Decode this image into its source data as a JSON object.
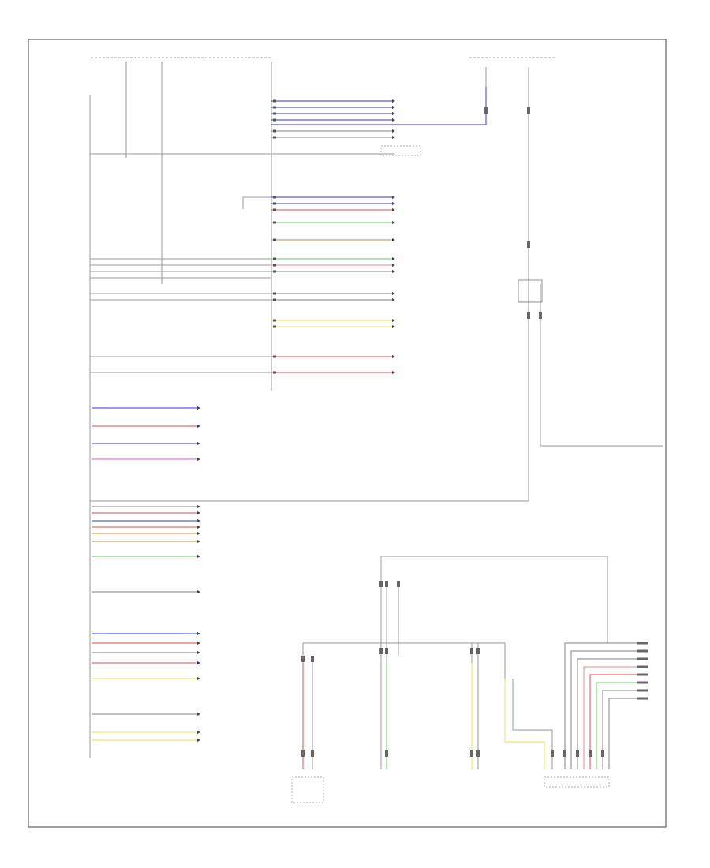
{
  "diagram": {
    "footer_code": "",
    "colors": {
      "blue": "#5a5ae8",
      "red": "#ee6b6b",
      "green": "#7dd87d",
      "pink": "#f0a0a0",
      "yellow": "#e8e870",
      "orange": "#e8a060",
      "magenta": "#e080e8",
      "gray": "#9a9a9a",
      "brown": "#c8a070"
    },
    "right_group": {
      "wires": [
        {
          "color": "gray"
        },
        {
          "color": "gray"
        },
        {
          "color": "gray"
        },
        {
          "color": "pink"
        },
        {
          "color": "red"
        },
        {
          "color": "green"
        },
        {
          "color": "gray"
        },
        {
          "color": "gray"
        }
      ]
    },
    "mid_group": {
      "wires": [
        {
          "color": "blue"
        },
        {
          "color": "blue"
        },
        {
          "color": "blue"
        },
        {
          "color": "blue"
        },
        {
          "color": "gray"
        },
        {
          "color": "gray"
        },
        {
          "color": "blue"
        },
        {
          "color": "blue"
        },
        {
          "color": "red"
        },
        {
          "color": "green"
        },
        {
          "color": "brown"
        },
        {
          "color": "green"
        },
        {
          "color": "pink"
        },
        {
          "color": "gray"
        },
        {
          "color": "gray"
        },
        {
          "color": "gray"
        },
        {
          "color": "yellow"
        },
        {
          "color": "yellow"
        },
        {
          "color": "red"
        },
        {
          "color": "red"
        }
      ]
    },
    "left_lower_group": {
      "wires": [
        {
          "color": "blue"
        },
        {
          "color": "red"
        },
        {
          "color": "blue"
        },
        {
          "color": "magenta"
        },
        {
          "color": "gray"
        },
        {
          "color": "red"
        },
        {
          "color": "blue"
        },
        {
          "color": "red"
        },
        {
          "color": "orange"
        },
        {
          "color": "brown"
        },
        {
          "color": "green"
        },
        {
          "color": "gray"
        },
        {
          "color": "blue"
        },
        {
          "color": "red"
        },
        {
          "color": "gray"
        },
        {
          "color": "red"
        },
        {
          "color": "yellow"
        },
        {
          "color": "gray"
        },
        {
          "color": "yellow"
        },
        {
          "color": "yellow"
        }
      ]
    }
  }
}
